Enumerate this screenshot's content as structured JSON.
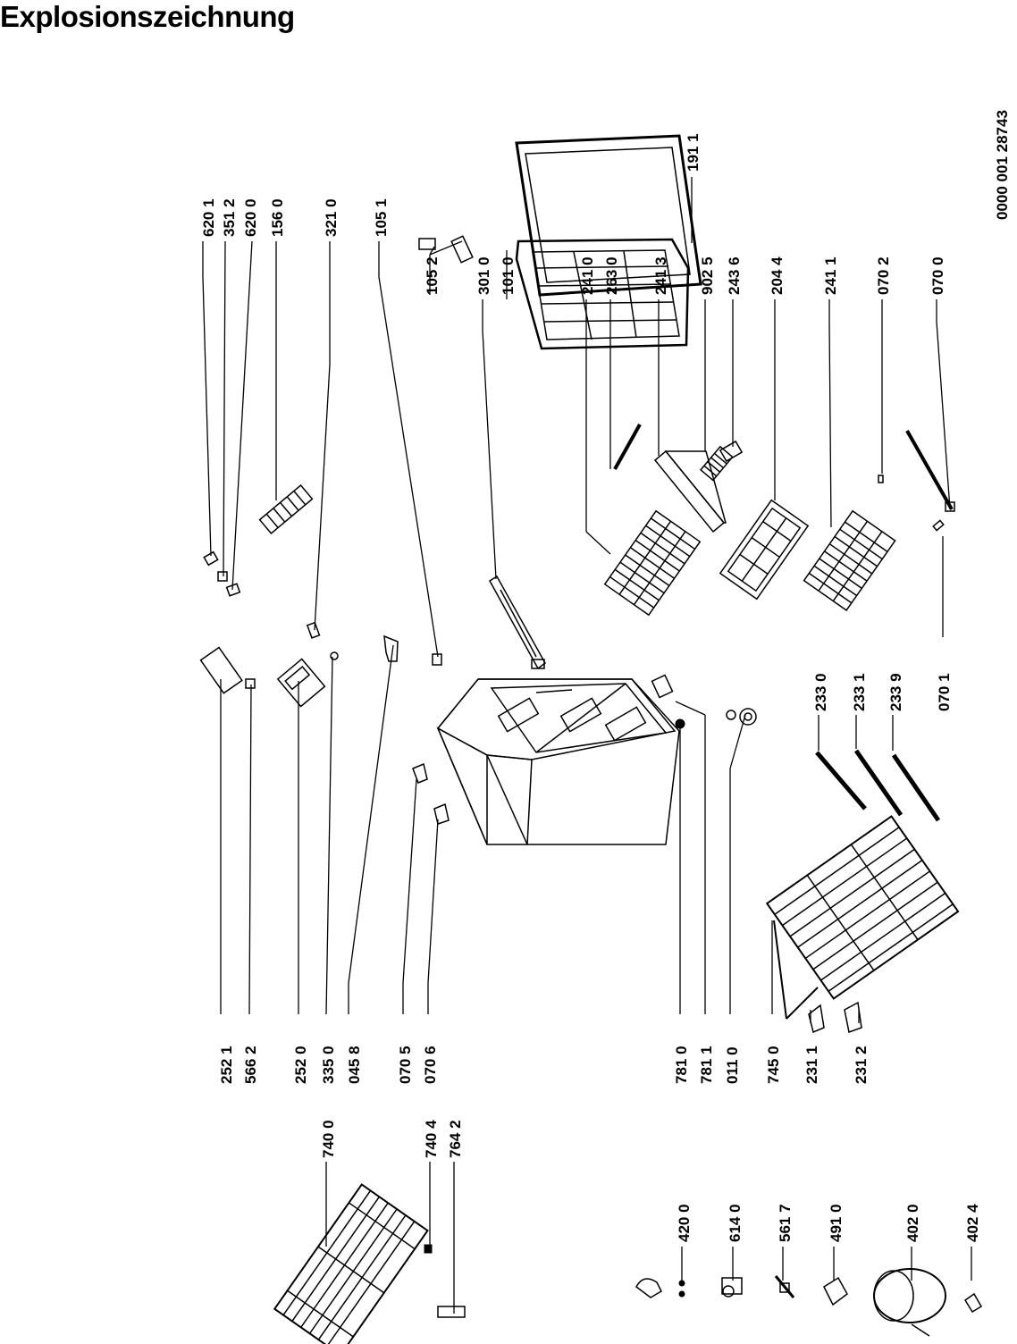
{
  "page": {
    "title": "Explosionszeichnung",
    "document_number": "0000 001 28743"
  },
  "labels": [
    {
      "id": "l6201",
      "text": "620 1"
    },
    {
      "id": "l3512",
      "text": "351 2"
    },
    {
      "id": "l6200",
      "text": "620 0"
    },
    {
      "id": "l1560",
      "text": "156 0"
    },
    {
      "id": "l3210",
      "text": "321 0"
    },
    {
      "id": "l1051",
      "text": "105 1"
    },
    {
      "id": "l1052",
      "text": "105 2"
    },
    {
      "id": "l3010",
      "text": "301 0"
    },
    {
      "id": "l1010",
      "text": "101 0"
    },
    {
      "id": "l2410",
      "text": "241 0"
    },
    {
      "id": "l2630",
      "text": "263 0"
    },
    {
      "id": "l2413",
      "text": "241 3"
    },
    {
      "id": "l9025",
      "text": "902 5"
    },
    {
      "id": "l2436",
      "text": "243 6"
    },
    {
      "id": "l2044",
      "text": "204 4"
    },
    {
      "id": "l2411",
      "text": "241 1"
    },
    {
      "id": "l0702",
      "text": "070 2"
    },
    {
      "id": "l0700",
      "text": "070 0"
    },
    {
      "id": "l1911",
      "text": "191 1"
    },
    {
      "id": "l2521",
      "text": "252 1"
    },
    {
      "id": "l5662",
      "text": "566 2"
    },
    {
      "id": "l2520",
      "text": "252 0"
    },
    {
      "id": "l3350",
      "text": "335 0"
    },
    {
      "id": "l0458",
      "text": "045 8"
    },
    {
      "id": "l0705",
      "text": "070 5"
    },
    {
      "id": "l0706",
      "text": "070 6"
    },
    {
      "id": "l7810",
      "text": "781 0"
    },
    {
      "id": "l7811",
      "text": "781 1"
    },
    {
      "id": "l0110",
      "text": "011 0"
    },
    {
      "id": "l7450",
      "text": "745 0"
    },
    {
      "id": "l2311",
      "text": "231 1"
    },
    {
      "id": "l2312",
      "text": "231 2"
    },
    {
      "id": "l2330",
      "text": "233 0"
    },
    {
      "id": "l2331",
      "text": "233 1"
    },
    {
      "id": "l2339",
      "text": "233 9"
    },
    {
      "id": "l0701",
      "text": "070 1"
    },
    {
      "id": "l7400",
      "text": "740 0"
    },
    {
      "id": "l7404",
      "text": "740 4"
    },
    {
      "id": "l7642",
      "text": "764 2"
    },
    {
      "id": "l4200",
      "text": "420 0"
    },
    {
      "id": "l6140",
      "text": "614 0"
    },
    {
      "id": "l5617",
      "text": "561 7"
    },
    {
      "id": "l4910",
      "text": "491 0"
    },
    {
      "id": "l4020",
      "text": "402 0"
    },
    {
      "id": "l4024",
      "text": "402 4"
    }
  ]
}
